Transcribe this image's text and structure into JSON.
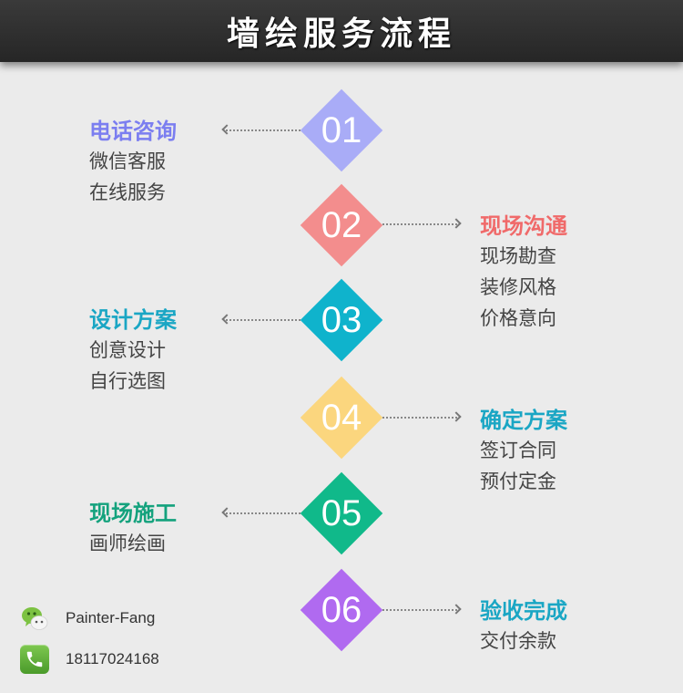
{
  "header": {
    "title": "墙绘服务流程"
  },
  "steps": [
    {
      "num": "01",
      "color": "#a9acf7",
      "side": "left",
      "title": "电话咨询",
      "title_color": "#7b7ef0",
      "items": [
        "微信客服",
        "在线服务"
      ]
    },
    {
      "num": "02",
      "color": "#f38d8d",
      "side": "right",
      "title": "现场沟通",
      "title_color": "#f06a6a",
      "items": [
        "现场勘查",
        "装修风格",
        "价格意向"
      ]
    },
    {
      "num": "03",
      "color": "#0fb3cc",
      "side": "left",
      "title": "设计方案",
      "title_color": "#1aa6c4",
      "items": [
        "创意设计",
        "自行选图"
      ]
    },
    {
      "num": "04",
      "color": "#fbd67e",
      "side": "right",
      "title": "确定方案",
      "title_color": "#1aa6c4",
      "items": [
        "签订合同",
        "预付定金"
      ]
    },
    {
      "num": "05",
      "color": "#10b98a",
      "side": "left",
      "title": "现场施工",
      "title_color": "#14a27d",
      "items": [
        "画师绘画"
      ]
    },
    {
      "num": "06",
      "color": "#b06af0",
      "side": "right",
      "title": "验收完成",
      "title_color": "#1aa6c4",
      "items": [
        "交付余款"
      ]
    }
  ],
  "contact": {
    "wechat": "Painter-Fang",
    "phone": "18117024168",
    "wechat_icon": "wechat-icon",
    "phone_icon": "phone-icon"
  }
}
